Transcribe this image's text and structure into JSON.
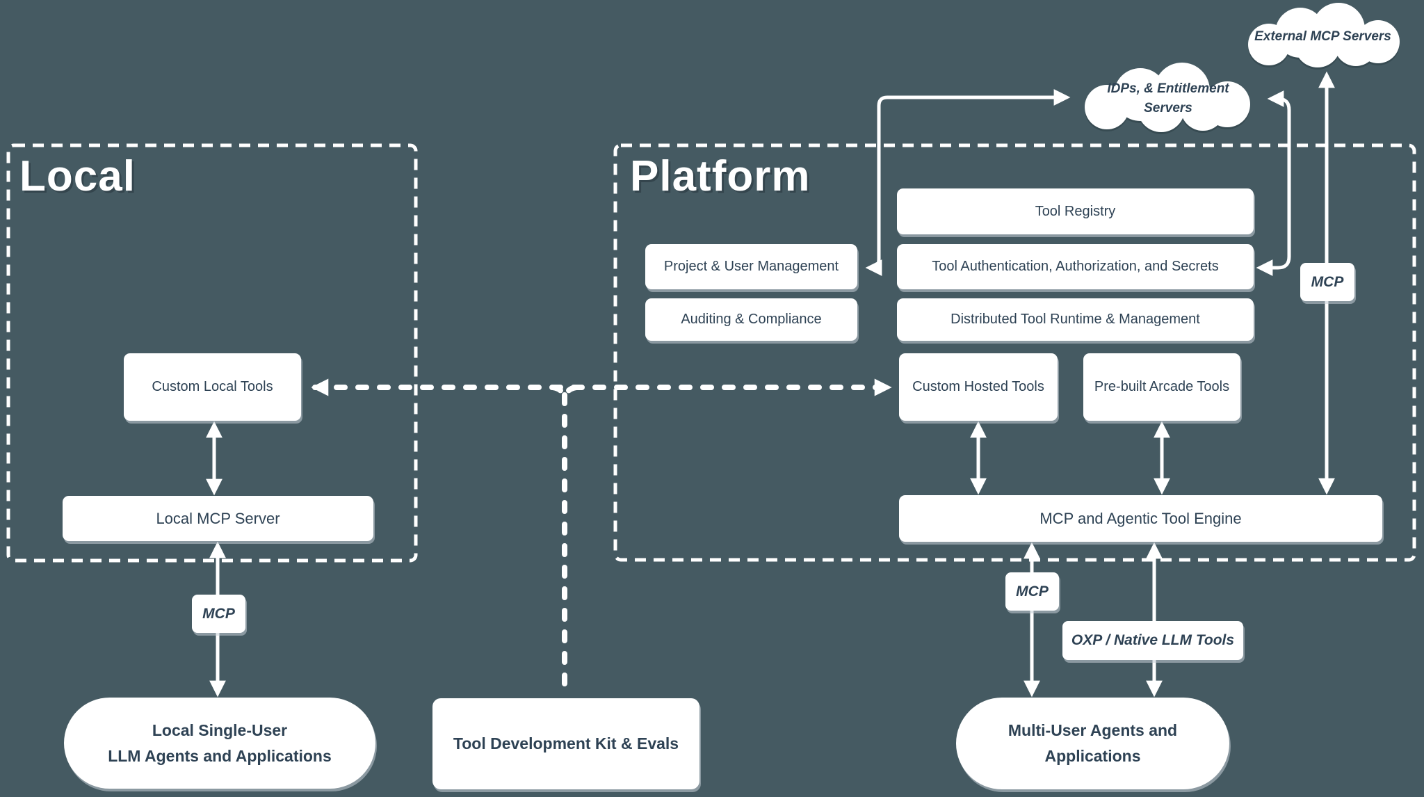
{
  "colors": {
    "background": "#455a62",
    "node_fill": "#ffffff",
    "node_text": "#2e4254",
    "line": "#ffffff"
  },
  "groups": {
    "local": {
      "title": "Local"
    },
    "platform": {
      "title": "Platform"
    }
  },
  "clouds": {
    "external_mcp": {
      "label": "External MCP Servers"
    },
    "idps": {
      "line1": "IDPs, & Entitlement",
      "line2": "Servers"
    }
  },
  "local": {
    "custom_local_tools": "Custom Local Tools",
    "local_mcp_server": "Local MCP Server",
    "mcp_label": "MCP",
    "agents_pill": {
      "line1": "Local Single-User",
      "line2": "LLM Agents and Applications"
    }
  },
  "platform": {
    "tool_registry": "Tool Registry",
    "project_user_management": "Project & User Management",
    "tool_auth": "Tool Authentication, Authorization, and Secrets",
    "auditing_compliance": "Auditing & Compliance",
    "distributed_runtime": "Distributed Tool Runtime & Management",
    "custom_hosted_tools": "Custom Hosted Tools",
    "prebuilt_arcade_tools": "Pre-built Arcade Tools",
    "engine": "MCP and Agentic Tool Engine"
  },
  "connector_labels": {
    "mcp_right": "MCP",
    "mcp_bottom": "MCP",
    "oxp": "OXP / Native LLM Tools"
  },
  "bottom": {
    "tdk": "Tool Development Kit & Evals",
    "multi_user_pill": {
      "line1": "Multi-User Agents and",
      "line2": "Applications"
    }
  }
}
